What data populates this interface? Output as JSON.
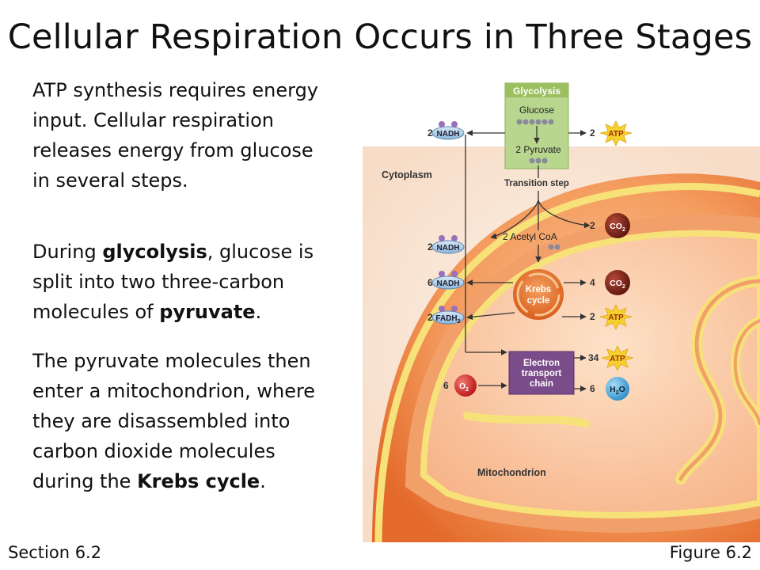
{
  "title": "Cellular Respiration Occurs in Three Stages",
  "paragraphs": {
    "p1": "ATP synthesis requires energy input. Cellular respiration releases energy from glucose in several steps.",
    "p2_a": "During ",
    "p2_b": "glycolysis",
    "p2_c": ", glucose is split into two three-carbon molecules of ",
    "p2_d": "pyruvate",
    "p2_e": ".",
    "p3_a": "The pyruvate molecules then enter a mitochondrion, where they are disassembled into carbon dioxide molecules during the ",
    "p3_b": "Krebs cycle",
    "p3_c": "."
  },
  "footer": {
    "left": "Section 6.2",
    "right": "Figure 6.2"
  },
  "diagram": {
    "glycolysis": "Glycolysis",
    "glucose": "Glucose",
    "pyruvate": "2 Pyruvate",
    "transition": "Transition step",
    "cytoplasm": "Cytoplasm",
    "acetyl": "2 Acetyl CoA",
    "krebs_1": "Krebs",
    "krebs_2": "cycle",
    "etc_1": "Electron",
    "etc_2": "transport",
    "etc_3": "chain",
    "mitochondrion": "Mitochondrion",
    "nadh_1_count": "2",
    "nadh_1": "NADH",
    "nadh_2_count": "2",
    "nadh_2": "NADH",
    "nadh_3_count": "6",
    "nadh_3": "NADH",
    "fadh_count": "2",
    "fadh": "FADH",
    "fadh_sub": "2",
    "o2_count": "6",
    "o2": "O",
    "o2_sub": "2",
    "atp_1_count": "2",
    "atp_1": "ATP",
    "co2_1_count": "2",
    "co2_1": "CO",
    "co2_1_sub": "2",
    "co2_2_count": "4",
    "co2_2": "CO",
    "co2_2_sub": "2",
    "atp_2_count": "2",
    "atp_2": "ATP",
    "atp_3_count": "34",
    "atp_3": "ATP",
    "h2o_count": "6",
    "h2o_a": "H",
    "h2o_sub": "2",
    "h2o_b": "O"
  },
  "colors": {
    "glycolysis_box": "#b9d68f",
    "glycolysis_header": "#9cbf5f",
    "krebs": "#e8742c",
    "etc": "#7b4c8a",
    "atp_star": "#f6d02d",
    "co2_ball": "#7a2418",
    "o2_ball": "#d8322b",
    "h2o_ball": "#4aaee0",
    "carrier": "#a9cbe6"
  }
}
